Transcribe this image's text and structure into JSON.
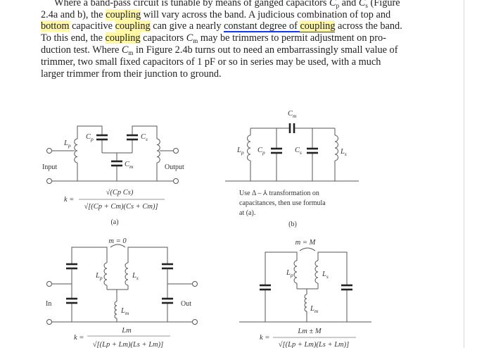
{
  "paragraph": {
    "l1": [
      "Where a band-pass circuit is tunable by means of ganged capacitors ",
      "C",
      "p",
      " and ",
      "C",
      "s",
      " (Figure"
    ],
    "l2": [
      "2.4a and b), the ",
      "coupling",
      " will vary across the band. A judicious combination of top and"
    ],
    "l3": [
      "bottom",
      " capacitive ",
      "coupling",
      " can give a nearly ",
      "constant degree of ",
      "coupling",
      " across the band."
    ],
    "l4": [
      "To this end, the ",
      "coupling",
      " capacitors ",
      "C",
      "m",
      " may be trimmers to permit adjustment on pro-"
    ],
    "l5": [
      "duction test. Where ",
      "C",
      "m",
      " in Figure 2.4b turns out to need an embarrassingly small value of"
    ],
    "l6": [
      "trimmer, two small fixed capacitors of 1 pF or so in series may be used, with a much"
    ],
    "l7": [
      "larger trimmer from their junction to ground."
    ]
  },
  "highlight_color": "#fff6a6",
  "underline_color": "#1238ff",
  "figure_a": {
    "labels": {
      "Lp": [
        "L",
        "p"
      ],
      "Cp": [
        "C",
        "p"
      ],
      "Cs": [
        "C",
        "s"
      ],
      "Cm": [
        "C",
        "m"
      ]
    },
    "input": "Input",
    "output": "Output",
    "k": "k =",
    "numerator": "√(Cp Cs)",
    "denominator": "√[(Cp + Cm)(Cs + Cm)]",
    "caption": "(a)"
  },
  "figure_b": {
    "labels": {
      "Cm": [
        "C",
        "m"
      ],
      "Lp": [
        "L",
        "p"
      ],
      "Cp": [
        "C",
        "p"
      ],
      "Cs": [
        "C",
        "s"
      ],
      "Ls": [
        "L",
        "s"
      ]
    },
    "note": [
      "Use Δ – ⅄ transformation on",
      "capacitances, then use formula",
      "at (a)."
    ],
    "caption": "(b)"
  },
  "figure_c": {
    "mutual": "m = 0",
    "labels": {
      "Lp": [
        "L",
        "p"
      ],
      "Ls": [
        "L",
        "s"
      ],
      "Lm": [
        "L",
        "m"
      ]
    },
    "input": "In",
    "output": "Out",
    "k": "k =",
    "numerator": "Lm",
    "denominator": "√[(Lp + Lm)(Ls + Lm)]"
  },
  "figure_d": {
    "mutual": "m = M",
    "labels": {
      "Lp": [
        "L",
        "p"
      ],
      "Ls": [
        "L",
        "s"
      ],
      "Lm": [
        "L",
        "m"
      ]
    },
    "k": "k =",
    "numerator": "Lm ± M",
    "denominator": "√[(Lp + Lm)(Ls + Lm)]"
  }
}
